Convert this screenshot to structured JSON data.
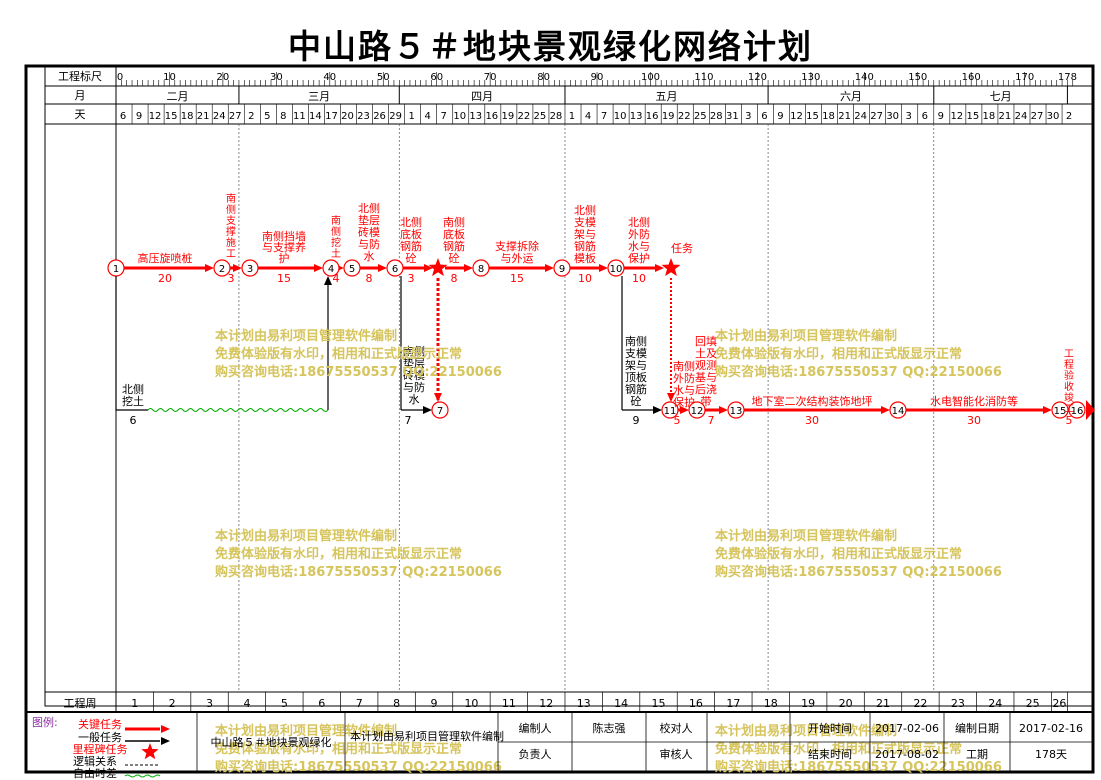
{
  "title": "中山路５＃地块景观绿化网络计划",
  "labels": {
    "scale": "工程标尺",
    "month": "月",
    "day": "天",
    "week": "工程周"
  },
  "scale_ticks": [
    "0",
    "10",
    "20",
    "30",
    "40",
    "50",
    "60",
    "70",
    "80",
    "90",
    "100",
    "110",
    "120",
    "130",
    "140",
    "150",
    "160",
    "170",
    "178"
  ],
  "months": [
    "二月",
    "三月",
    "四月",
    "五月",
    "六月",
    "七月"
  ],
  "days": [
    "6",
    "9",
    "12",
    "15",
    "18",
    "21",
    "24",
    "27",
    "2",
    "5",
    "8",
    "11",
    "14",
    "17",
    "20",
    "23",
    "26",
    "29",
    "1",
    "4",
    "7",
    "10",
    "13",
    "16",
    "19",
    "22",
    "25",
    "28",
    "1",
    "4",
    "7",
    "10",
    "13",
    "16",
    "19",
    "22",
    "25",
    "28",
    "31",
    "3",
    "6",
    "9",
    "12",
    "15",
    "18",
    "21",
    "24",
    "27",
    "30",
    "3",
    "6",
    "9",
    "12",
    "15",
    "18",
    "21",
    "24",
    "27",
    "30",
    "2"
  ],
  "weeks": [
    "1",
    "2",
    "3",
    "4",
    "5",
    "6",
    "7",
    "8",
    "9",
    "10",
    "11",
    "12",
    "13",
    "14",
    "15",
    "16",
    "17",
    "18",
    "19",
    "20",
    "21",
    "22",
    "23",
    "24",
    "25",
    "26"
  ],
  "nodes": [
    "1",
    "2",
    "3",
    "4",
    "5",
    "6",
    "7",
    "8",
    "9",
    "10",
    "11",
    "12",
    "13",
    "14",
    "15",
    "16"
  ],
  "tasks": [
    {
      "name": "高压旋喷桩",
      "dur": "20",
      "critical": true
    },
    {
      "name": "南侧支撑施工",
      "dur": "3",
      "critical": true
    },
    {
      "name": "南侧挡墙与支撑养护",
      "dur": "15",
      "critical": true
    },
    {
      "name": "南侧挖土",
      "dur": "4",
      "critical": true
    },
    {
      "name": "北侧垫层砖模与防水",
      "dur": "8",
      "critical": true
    },
    {
      "name": "北侧底板钢筋砼",
      "dur": "3",
      "critical": true
    },
    {
      "name": "南侧底板钢筋砼",
      "dur": "8",
      "critical": true
    },
    {
      "name": "支撑拆除与外运",
      "dur": "15",
      "critical": true
    },
    {
      "name": "北侧支模架与钢筋模板",
      "dur": "10",
      "critical": true
    },
    {
      "name": "北侧外防水与保护",
      "dur": "10",
      "critical": true
    },
    {
      "name": "任务",
      "dur": "",
      "critical": true
    },
    {
      "name": "北侧挖土",
      "dur": "6",
      "critical": false
    },
    {
      "name": "南侧垫层砖模与防水",
      "dur": "7",
      "critical": false
    },
    {
      "name": "南侧支模架与顶板钢筋砼",
      "dur": "9",
      "critical": false
    },
    {
      "name": "南侧外防水与保护",
      "dur": "5",
      "critical": true
    },
    {
      "name": "回填土及观测基与后浇带",
      "dur": "7",
      "critical": true
    },
    {
      "name": "地下室二次结构装饰地坪",
      "dur": "30",
      "critical": true
    },
    {
      "name": "水电智能化消防等",
      "dur": "30",
      "critical": true
    },
    {
      "name": "工程验收竣工",
      "dur": "5",
      "critical": true
    }
  ],
  "watermark": [
    "本计划由易利项目管理软件编制",
    "免费体验版有水印，相用和正式版显示正常",
    "购买咨询电话:18675550537 QQ:22150066"
  ],
  "legend": {
    "title": "图例:",
    "items": [
      "关键任务",
      "一般任务",
      "里程碑任务",
      "逻辑关系",
      "自由时差"
    ]
  },
  "footer": {
    "project": "中山路５＃地块景观绿化",
    "software": "本计划由易利项目管理软件编制",
    "editor_label": "编制人",
    "editor": "陈志强",
    "checker_label": "校对人",
    "start_label": "开始时间",
    "start": "2017-02-06",
    "date_label": "编制日期",
    "date": "2017-02-16",
    "owner_label": "负责人",
    "reviewer_label": "审核人",
    "end_label": "结束时间",
    "end": "2017-08-02",
    "duration_label": "工期",
    "duration": "178天"
  },
  "colors": {
    "critical": "#ff0000",
    "normal": "#000000",
    "slack": "#00aa00",
    "watermark": "#d6c45c",
    "legend_title": "#8b2fa0"
  }
}
